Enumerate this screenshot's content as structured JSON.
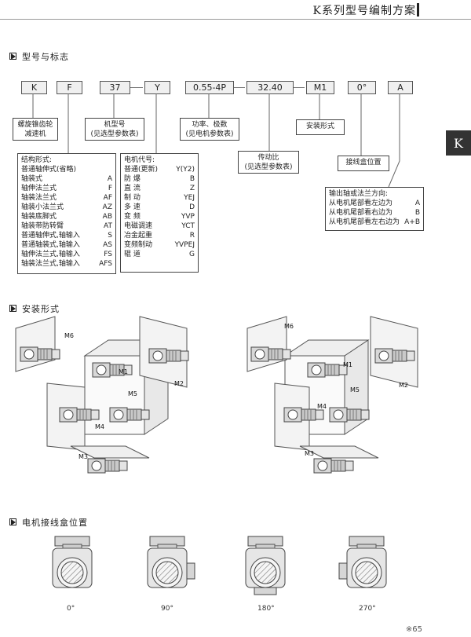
{
  "header": {
    "title": "K系列型号编制方案",
    "side_tab": "K"
  },
  "section_model": {
    "heading": "型号与标志",
    "codes": [
      "K",
      "F",
      "37",
      "Y",
      "0.55-4P",
      "32.40",
      "M1",
      "0°",
      "A"
    ],
    "labels": {
      "k": [
        "螺旋锥齿轮",
        "减速机"
      ],
      "model_no": [
        "机型号",
        "(见选型参数表)"
      ],
      "power": [
        "功率、极数",
        "(见电机参数表)"
      ],
      "mount": "安装形式",
      "ratio": [
        "传动比",
        "(见选型参数表)"
      ],
      "junction": "接线盒位置"
    },
    "structure": {
      "title": "结构形式:",
      "rows": [
        [
          "普通轴伸式(省略)",
          ""
        ],
        [
          "轴装式",
          "A"
        ],
        [
          "轴伸法兰式",
          "F"
        ],
        [
          "轴装法兰式",
          "AF"
        ],
        [
          "轴装小法兰式",
          "AZ"
        ],
        [
          "轴装底脚式",
          "AB"
        ],
        [
          "轴装带防转臂",
          "AT"
        ],
        [
          "普通轴伸式,轴输入",
          "S"
        ],
        [
          "普通轴装式,轴输入",
          "AS"
        ],
        [
          "轴伸法兰式,轴输入",
          "FS"
        ],
        [
          "轴装法兰式,轴输入",
          "AFS"
        ]
      ]
    },
    "motor": {
      "title": "电机代号:",
      "rows": [
        [
          "普通(更新)",
          "Y(Y2)"
        ],
        [
          "防    爆",
          "B"
        ],
        [
          "直    流",
          "Z"
        ],
        [
          "制    动",
          "YEJ"
        ],
        [
          "多    速",
          "D"
        ],
        [
          "变    频",
          "YVP"
        ],
        [
          "电磁调速",
          "YCT"
        ],
        [
          "冶金起重",
          "R"
        ],
        [
          "变频制动",
          "YVPEJ"
        ],
        [
          "辊    道",
          "G"
        ]
      ]
    },
    "shaft": {
      "title": "输出轴或法兰方向:",
      "rows": [
        [
          "从电机尾部看左边为",
          "A"
        ],
        [
          "从电机尾部看右边为",
          "B"
        ],
        [
          "从电机尾部看左右边为",
          "A+B"
        ]
      ]
    }
  },
  "section_mount": {
    "heading": "安装形式",
    "positions": [
      "M1",
      "M2",
      "M3",
      "M4",
      "M5",
      "M6"
    ]
  },
  "section_junction": {
    "heading": "电机接线盒位置",
    "angles": [
      "0°",
      "90°",
      "180°",
      "270°"
    ]
  },
  "footer": {
    "page": "※65"
  },
  "colors": {
    "text": "#222222",
    "box_fill": "#f0f0f0",
    "side_tab": "#333333",
    "line": "#777777"
  }
}
